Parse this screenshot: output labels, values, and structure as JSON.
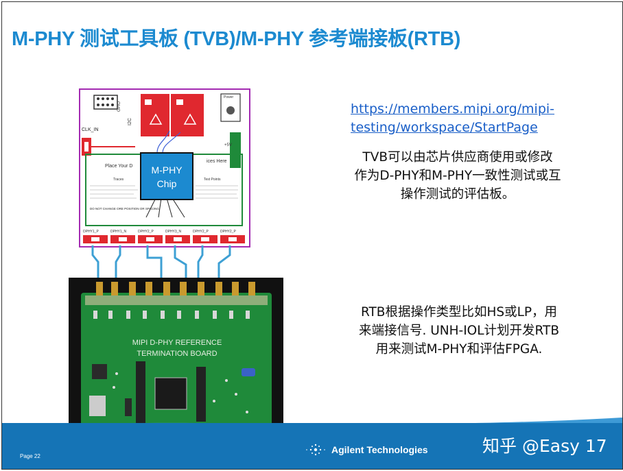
{
  "slide": {
    "title": "M-PHY 测试工具板 (TVB)/M-PHY 参考端接板(RTB)",
    "link_line1": "https://members.mipi.org/mipi-",
    "link_line2": "testing/workspace/StartPage",
    "tvb_text": [
      "TVB可以由芯片供应商使用或修改",
      "作为D-PHY和M-PHY一致性测试或互",
      "操作测试的评估板。"
    ],
    "rtb_text": [
      "RTB根据操作类型比如HS或LP，用",
      "来端接信号. UNH-IOL计划开发RTB",
      "用来测试M-PHY和评估FPGA."
    ],
    "page_label": "Page 22",
    "brand": "Agilent Technologies",
    "watermark": "知乎 @Easy 17"
  },
  "tvb_board": {
    "chip_label_1": "M-PHY",
    "chip_label_2": "Chip",
    "clk_label": "CLK_IN",
    "gpio_label": "GPIO",
    "i2c_label": "I2C",
    "power_label": "Power",
    "vol_label": "+5V",
    "place_text": "Place Your D",
    "ices_text": "ices Here",
    "traces_label": "Traces",
    "test_points_label": "Test Points",
    "warning_text": "DO NOT CHANGE ORE POSITION OR SPACING",
    "port_labels": [
      "DPHY1_P",
      "DPHY1_N",
      "DPHY2_P",
      "DPHY3_N",
      "DPHY2_P",
      "DPHY2_P"
    ]
  },
  "rtb_board": {
    "silk_line1": "MIPI D-PHY REFERENCE",
    "silk_line2": "TERMINATION BOARD"
  },
  "colors": {
    "title": "#1c8ad0",
    "footer": "#1574b6",
    "board_outline": "#a32ab2",
    "pcb_green": "#1f8a3a",
    "pad_red": "#e0282f",
    "cable_blue": "#3ea0d4"
  }
}
